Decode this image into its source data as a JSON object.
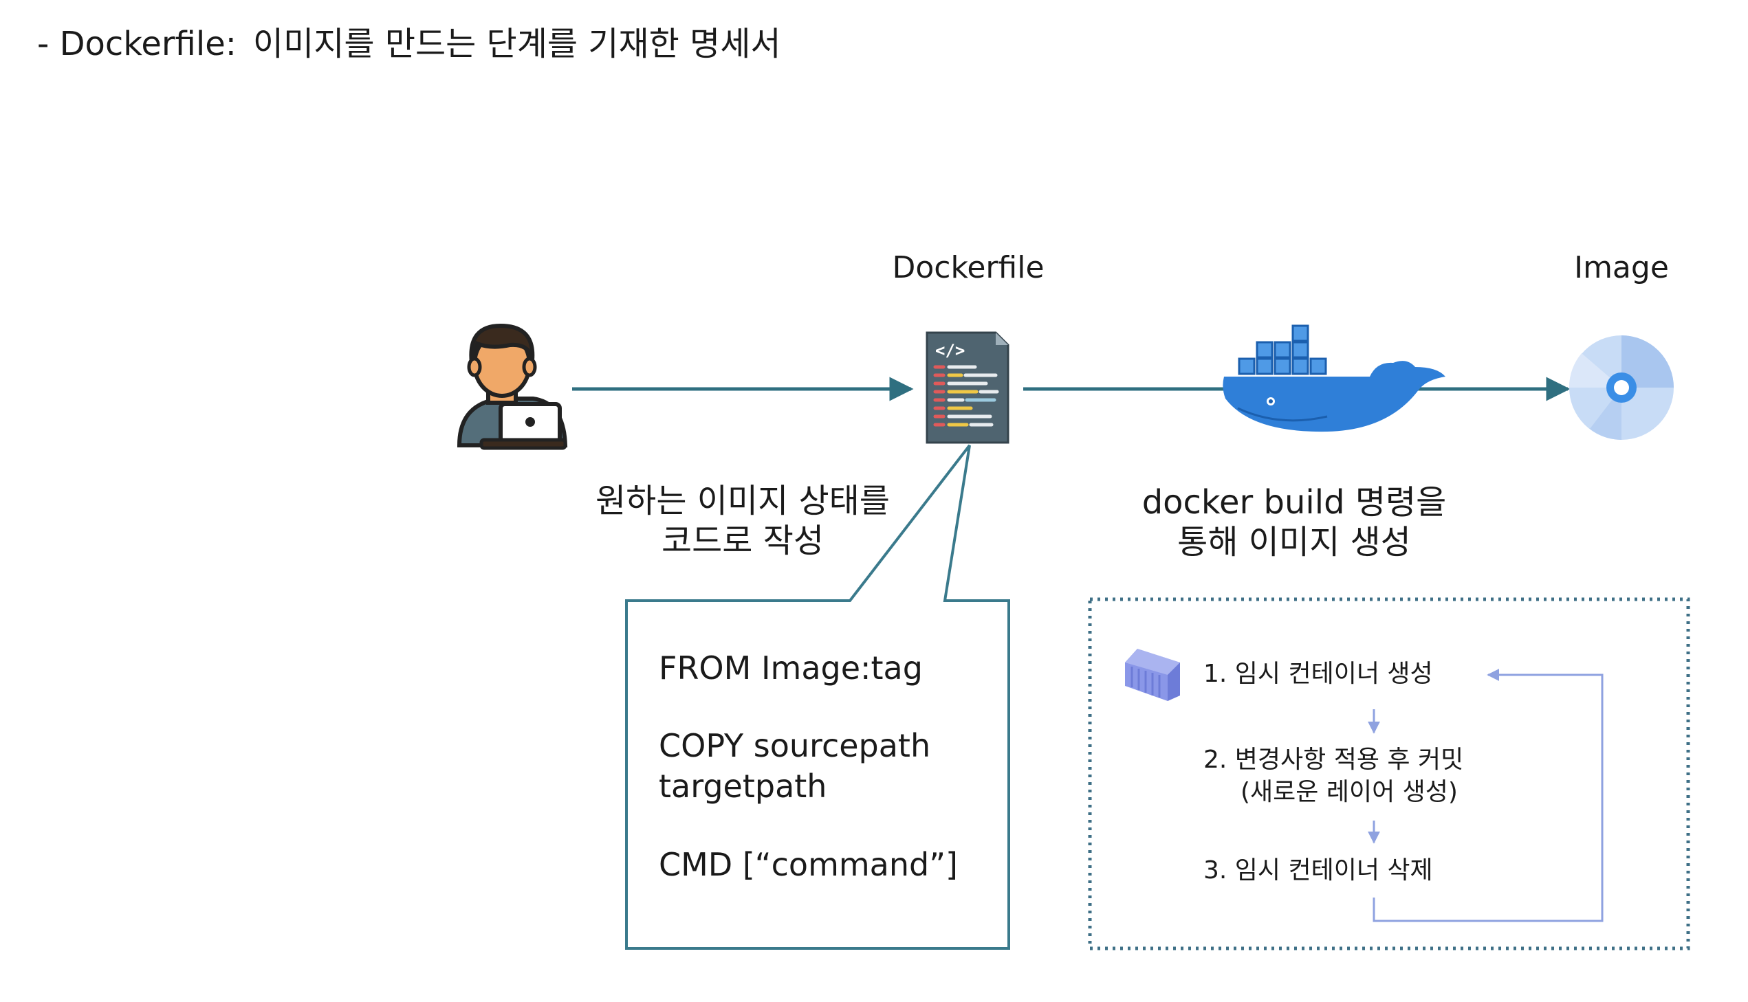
{
  "heading": {
    "prefix": "- Dockerfile:",
    "text": "이미지를 만드는 단계를 기재한 명세서"
  },
  "nodes": {
    "dockerfile_label": "Dockerfile",
    "image_label": "Image"
  },
  "captions": {
    "write_line1": "원하는 이미지 상태를",
    "write_line2": "코드로 작성",
    "build_line1": "docker build 명령을",
    "build_line2": "통해 이미지 생성"
  },
  "dockerfile_code": {
    "from": "FROM Image:tag",
    "copy_line1": "COPY sourcepath",
    "copy_line2": "targetpath",
    "cmd": "CMD [“command”]"
  },
  "build_steps": {
    "step1": "1. 임시 컨테이너 생성",
    "step2_line1": "2. 변경사항 적용 후 커밋",
    "step2_line2": "(새로운 레이어 생성)",
    "step3": "3. 임시 컨테이너 삭제"
  },
  "colors": {
    "arrow_teal": "#2f6f80",
    "box_border": "#3a7a8c",
    "dotted_border": "#3e6f86",
    "loop_arrow": "#8fa2e0",
    "docker_blue": "#2f7fd8",
    "disc_light": "#c8dcf6",
    "disc_mid": "#a9c6ef",
    "disc_center": "#3a8ee6"
  },
  "icons": {
    "developer": "developer-with-laptop-icon",
    "document": "code-document-icon",
    "docker": "docker-whale-icon",
    "image": "disc-image-icon",
    "container": "shipping-container-icon"
  }
}
